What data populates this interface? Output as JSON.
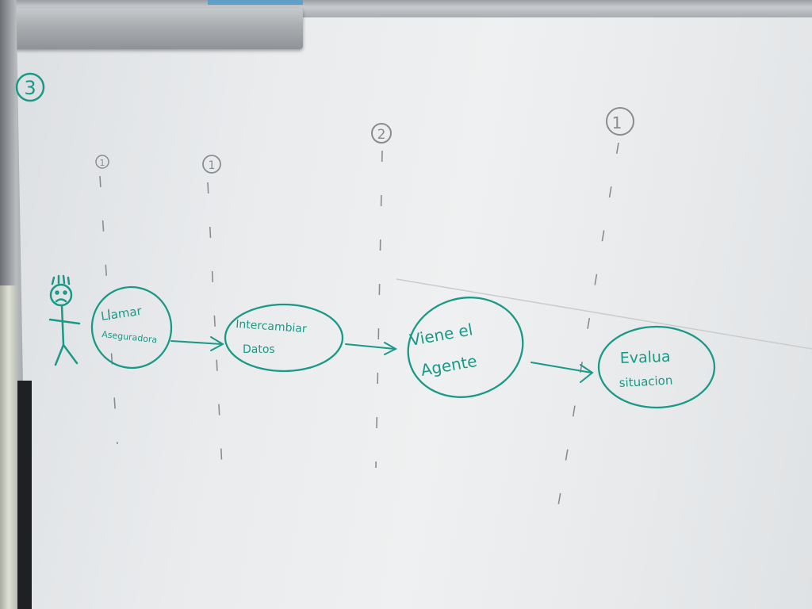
{
  "board": {
    "corner_number": "3",
    "actor": "stick-figure",
    "steps": [
      {
        "line1": "Llamar",
        "line2": "Aseguradora",
        "number": "1"
      },
      {
        "line1": "Intercambiar",
        "line2": "Datos",
        "number": "1"
      },
      {
        "line1": "Viene el",
        "line2": "Agente",
        "number": "2"
      },
      {
        "line1": "Evalua",
        "line2": "situacion",
        "number": "1"
      }
    ]
  },
  "colors": {
    "ink_teal": "#1a9a86",
    "ink_gray": "#8a8d8f",
    "board": "#eceef0"
  }
}
